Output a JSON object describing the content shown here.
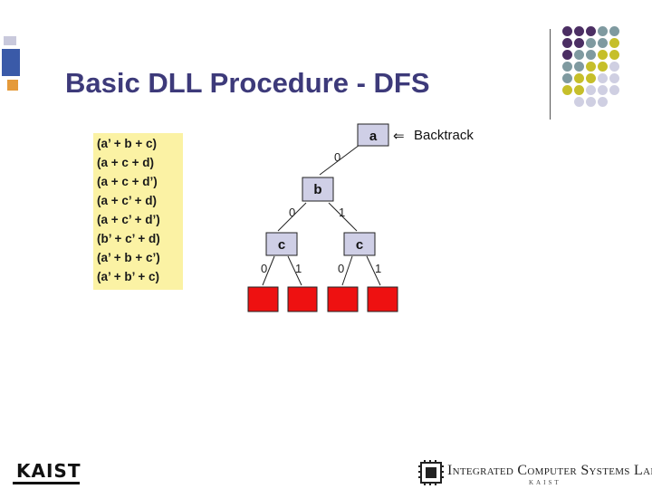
{
  "slide": {
    "title": "Basic DLL Procedure - DFS"
  },
  "clauses": [
    "(a’ + b + c)",
    "(a + c + d)",
    "(a + c + d’)",
    "(a + c’ + d)",
    "(a + c’ + d’)",
    "(b’ + c’ + d)",
    "(a’ + b + c’)",
    "(a’ + b’ + c)"
  ],
  "tree": {
    "nodes": [
      {
        "id": "a",
        "label": "a"
      },
      {
        "id": "b",
        "label": "b"
      },
      {
        "id": "c-left",
        "label": "c"
      },
      {
        "id": "c-right",
        "label": "c"
      }
    ],
    "edge_labels": {
      "a_b": "0",
      "b_c_left": "0",
      "b_c_right": "1",
      "c_left_0": "0",
      "c_left_1": "1",
      "c_right_0": "0",
      "c_right_1": "1"
    },
    "backtrack_arrow": "⇐",
    "backtrack_label": "Backtrack"
  },
  "colors": {
    "title": "#3d3a7a",
    "node_fill": "#cfcfe6",
    "leaf_fill": "#ee1111",
    "clause_bg": "#fbf2a4",
    "dot_purple": "#4b2e63",
    "dot_teal": "#7f9aa0",
    "dot_olive": "#c6bf2a",
    "dot_lavender": "#cfcfe2"
  },
  "footer": {
    "left_logo": "KAIST",
    "right_logo": "Integrated Computer Systems Lab",
    "right_logo_sub": "KAIST"
  }
}
